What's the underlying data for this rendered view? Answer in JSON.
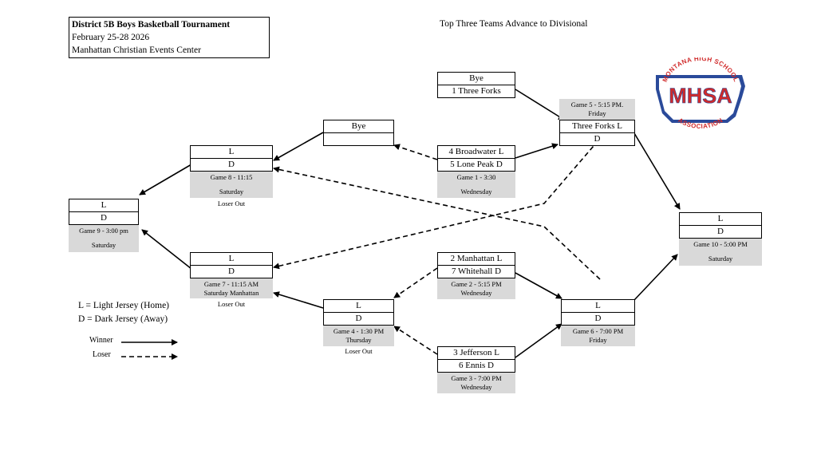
{
  "title": {
    "line1": "District 5B Boys Basketball Tournament",
    "line2": "February 25-28 2026",
    "line3": "Manhattan Christian Events Center"
  },
  "advance_note": "Top Three Teams Advance to Divisional",
  "logo": {
    "arc_text": "MONTANA HIGH SCHOOL",
    "main": "MHSA",
    "bottom": "ASSOCIATION",
    "colors": {
      "red": "#d02a2a",
      "blue": "#2a4a9a"
    }
  },
  "games": {
    "bye1": {
      "top": "Bye",
      "bottom": "1 Three Forks"
    },
    "bye2": {
      "top": "Bye",
      "bottom": ""
    },
    "g1": {
      "top": "4 Broadwater  L",
      "bottom": "5 Lone Peak D",
      "info1": "Game 1 - 3:30",
      "info2": "Wednesday"
    },
    "g2": {
      "top": "2 Manhattan L",
      "bottom": "7 Whitehall D",
      "info1": "Game 2 - 5:15 PM",
      "info2": "Wednesday"
    },
    "g3": {
      "top": "3 Jefferson L",
      "bottom": "6 Ennis D",
      "info1": "Game 3 - 7:00 PM",
      "info2": "Wednesday"
    },
    "g4": {
      "top": "L",
      "bottom": "D",
      "info1": "Game 4 - 1:30 PM",
      "info2": "Thursday",
      "note": "Loser Out"
    },
    "g5": {
      "info1": "Game 5 - 5:15 PM.",
      "info2": "Friday",
      "top": "Three Forks L",
      "bottom": "D"
    },
    "g6": {
      "top": "L",
      "bottom": "D",
      "info1": "Game 6 - 7:00 PM",
      "info2": "Friday"
    },
    "g7": {
      "top": "L",
      "bottom": "D",
      "info1": "Game 7 - 11:15 AM",
      "info2": "Saturday Manhattan",
      "note": "Loser Out"
    },
    "g8": {
      "top": "L",
      "bottom": "D",
      "info1": "Game 8 - 11:15",
      "info2": "Saturday",
      "note": "Loser Out"
    },
    "g9": {
      "top": "L",
      "bottom": "D",
      "info1": "Game 9 - 3:00 pm",
      "info2": "Saturday"
    },
    "g10": {
      "top": "L",
      "bottom": "D",
      "info1": "Game 10 - 5:00 PM",
      "info2": "Saturday"
    }
  },
  "legend": {
    "light": "L = Light Jersey  (Home)",
    "dark": "D = Dark Jersey (Away)",
    "winner": "Winner",
    "loser": "Loser"
  }
}
